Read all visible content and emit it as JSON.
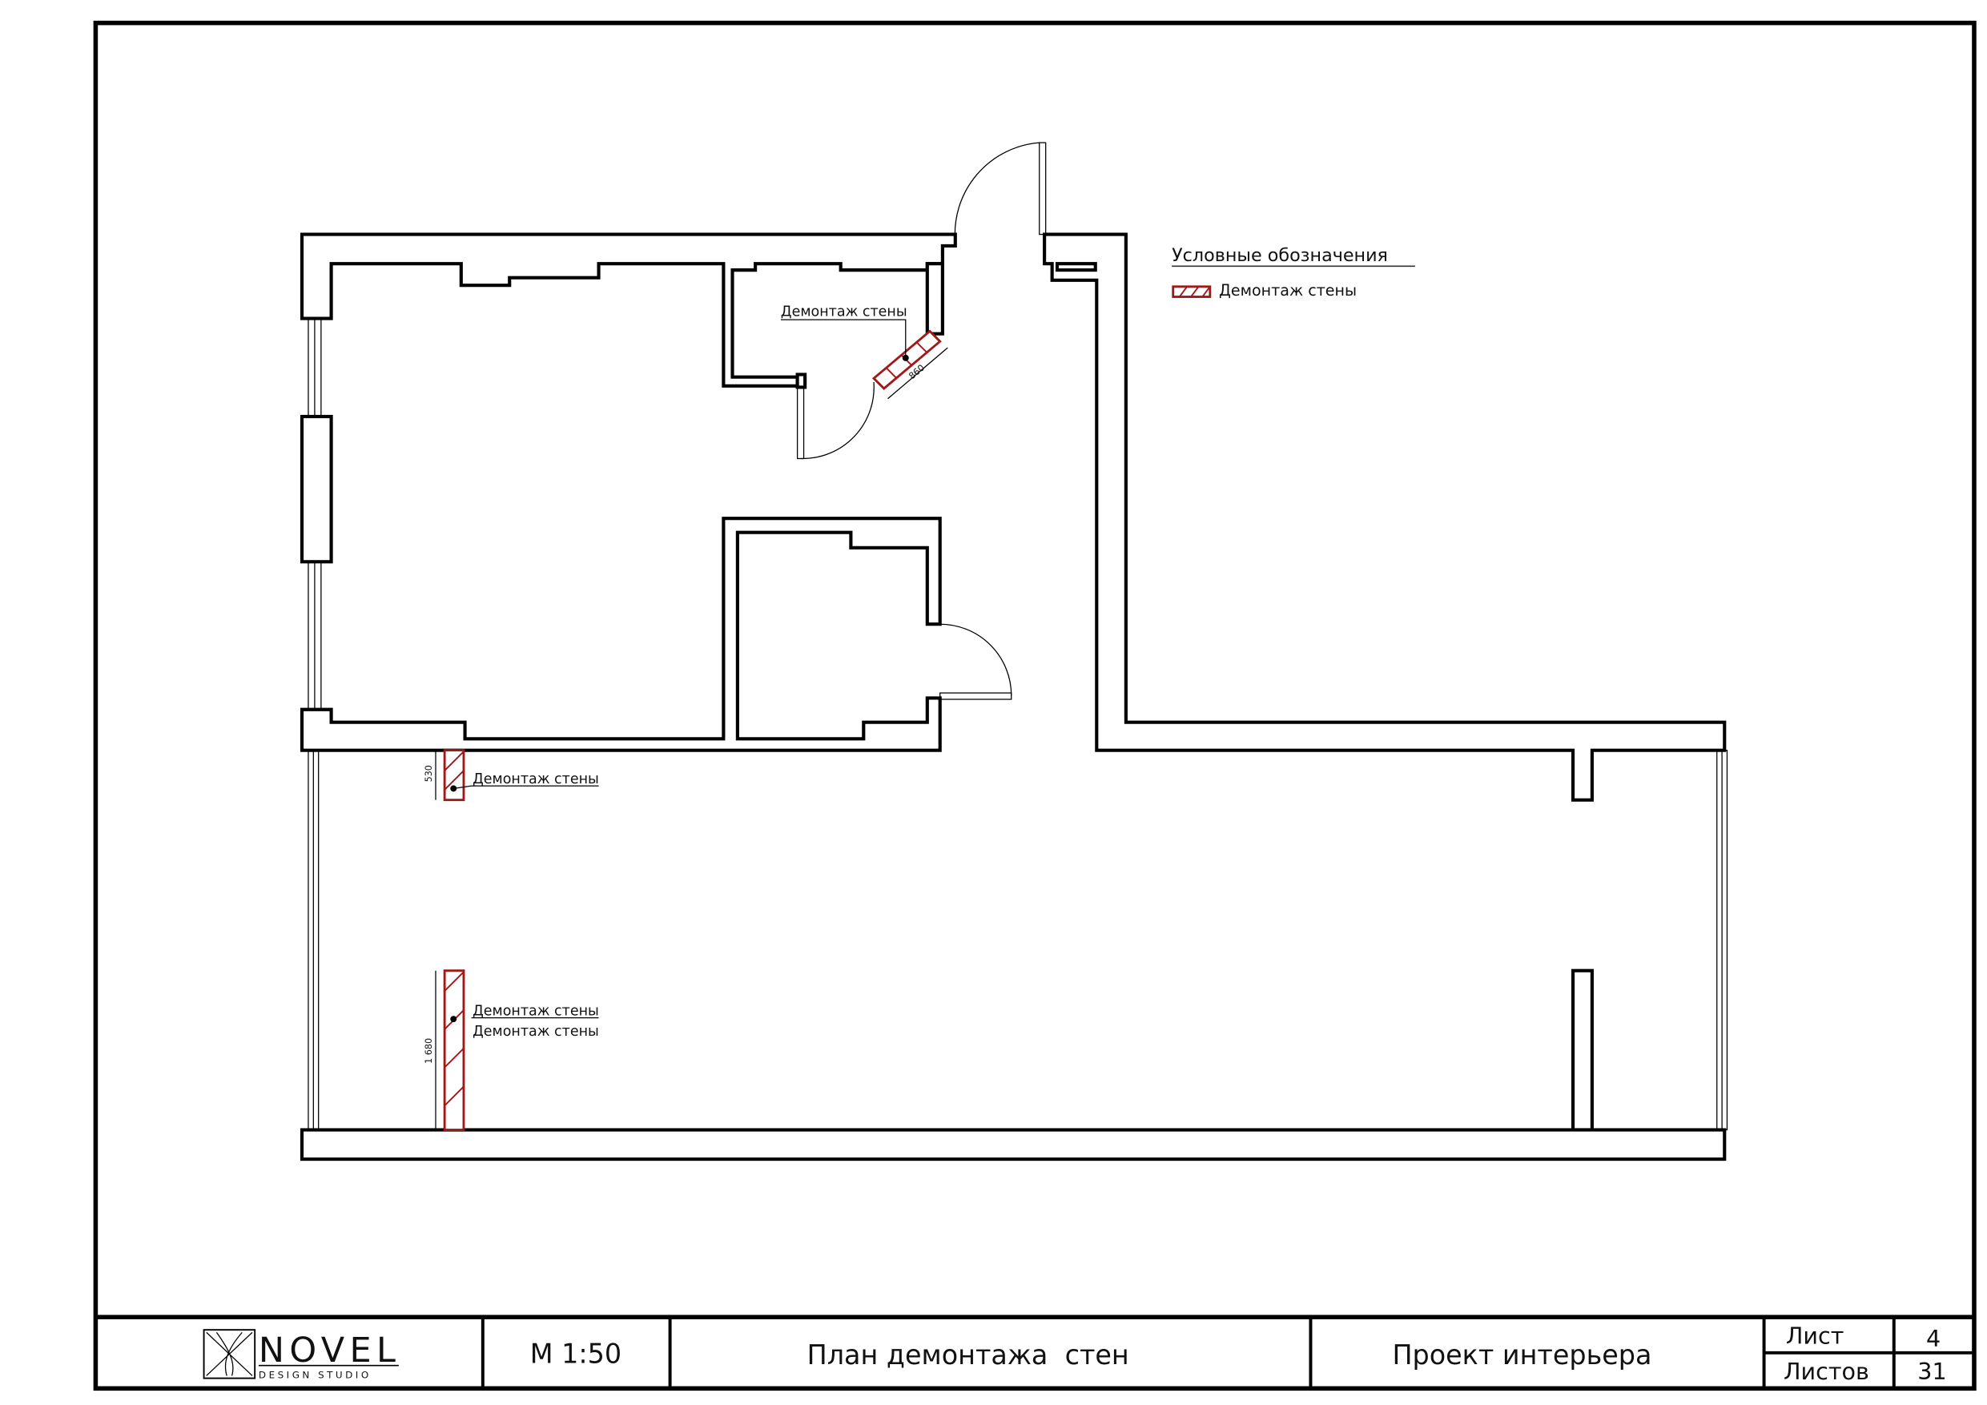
{
  "legend": {
    "title": "Условные обозначения",
    "item_label": "Демонтаж стены",
    "demolition_color": "#a01818"
  },
  "annotations": {
    "upper_room_label": "Демонтаж стены",
    "upper_room_dimension": "860",
    "middle_label": "Демонтаж стены",
    "middle_dimension": "530",
    "lower_label_1": "Демонтаж стены",
    "lower_label_2": "Демонтаж стены",
    "lower_dimension": "1 680"
  },
  "title_block": {
    "logo_name": "NOVEL",
    "logo_subtitle": "DESIGN STUDIO",
    "scale": "М 1:50",
    "drawing_title": "План демонтажа  стен",
    "project": "Проект интерьера",
    "sheet_label": "Лист",
    "sheet_number": "4",
    "sheets_label": "Листов",
    "sheets_total": "31"
  }
}
